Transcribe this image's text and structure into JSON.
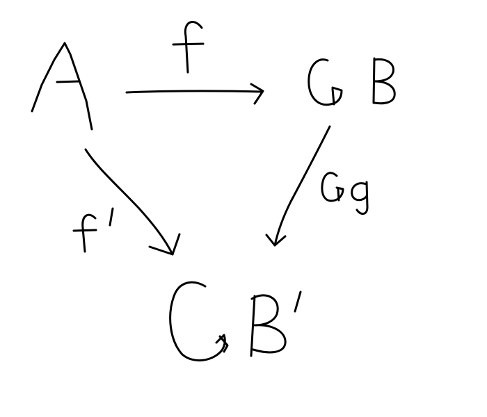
{
  "diagram": {
    "background": "#ffffff",
    "ink": "#000000",
    "nodes": [
      {
        "id": "A",
        "text": "A"
      },
      {
        "id": "GB",
        "text": "GB"
      },
      {
        "id": "GB_prime",
        "text": "GB′"
      }
    ],
    "edges": [
      {
        "from": "A",
        "to": "GB",
        "label": "f"
      },
      {
        "from": "A",
        "to": "GB_prime",
        "label": "f′"
      },
      {
        "from": "GB",
        "to": "GB_prime",
        "label": "Gg"
      }
    ]
  }
}
